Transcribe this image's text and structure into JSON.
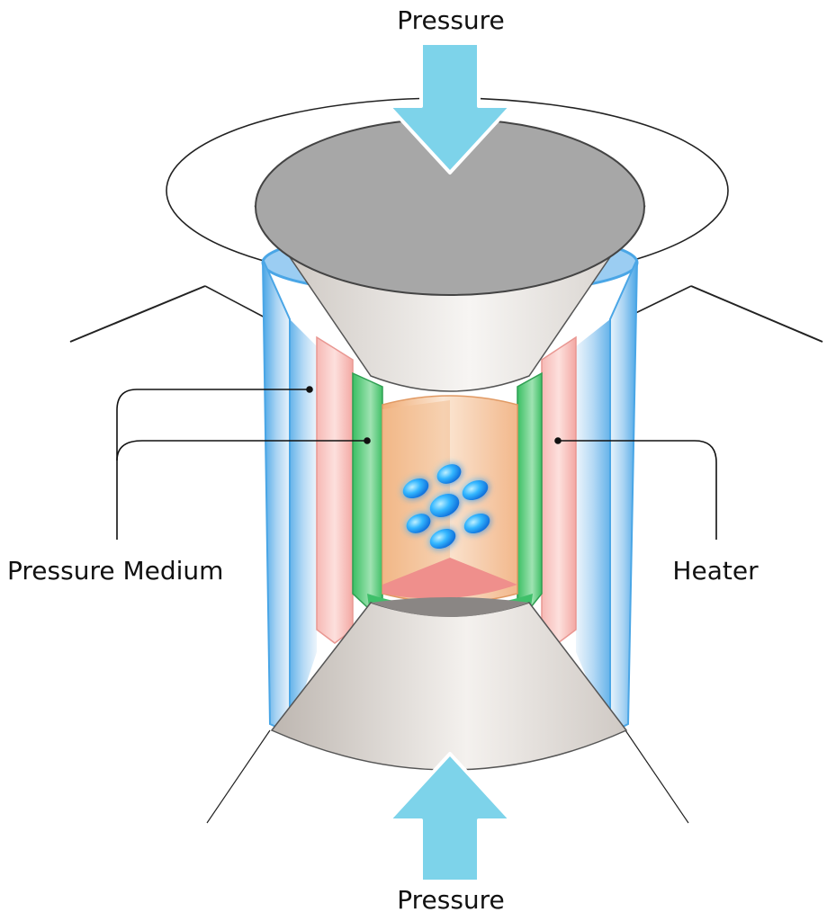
{
  "labels": {
    "pressure_top": "Pressure",
    "pressure_bottom": "Pressure",
    "pressure_medium": "Pressure Medium",
    "heater": "Heater"
  },
  "colors": {
    "arrow": "#7dd3ea",
    "anvil": "#cfcac6",
    "anvil_face": "#a9a9a9",
    "pressure_medium": "#5aaee8",
    "heater": "#f08c8c",
    "insulator": "#3fc06a",
    "capsule": "#f1b585",
    "sample": "#1aa4ff"
  },
  "icons": [
    "down-arrow",
    "up-arrow",
    "crystal-grains"
  ]
}
